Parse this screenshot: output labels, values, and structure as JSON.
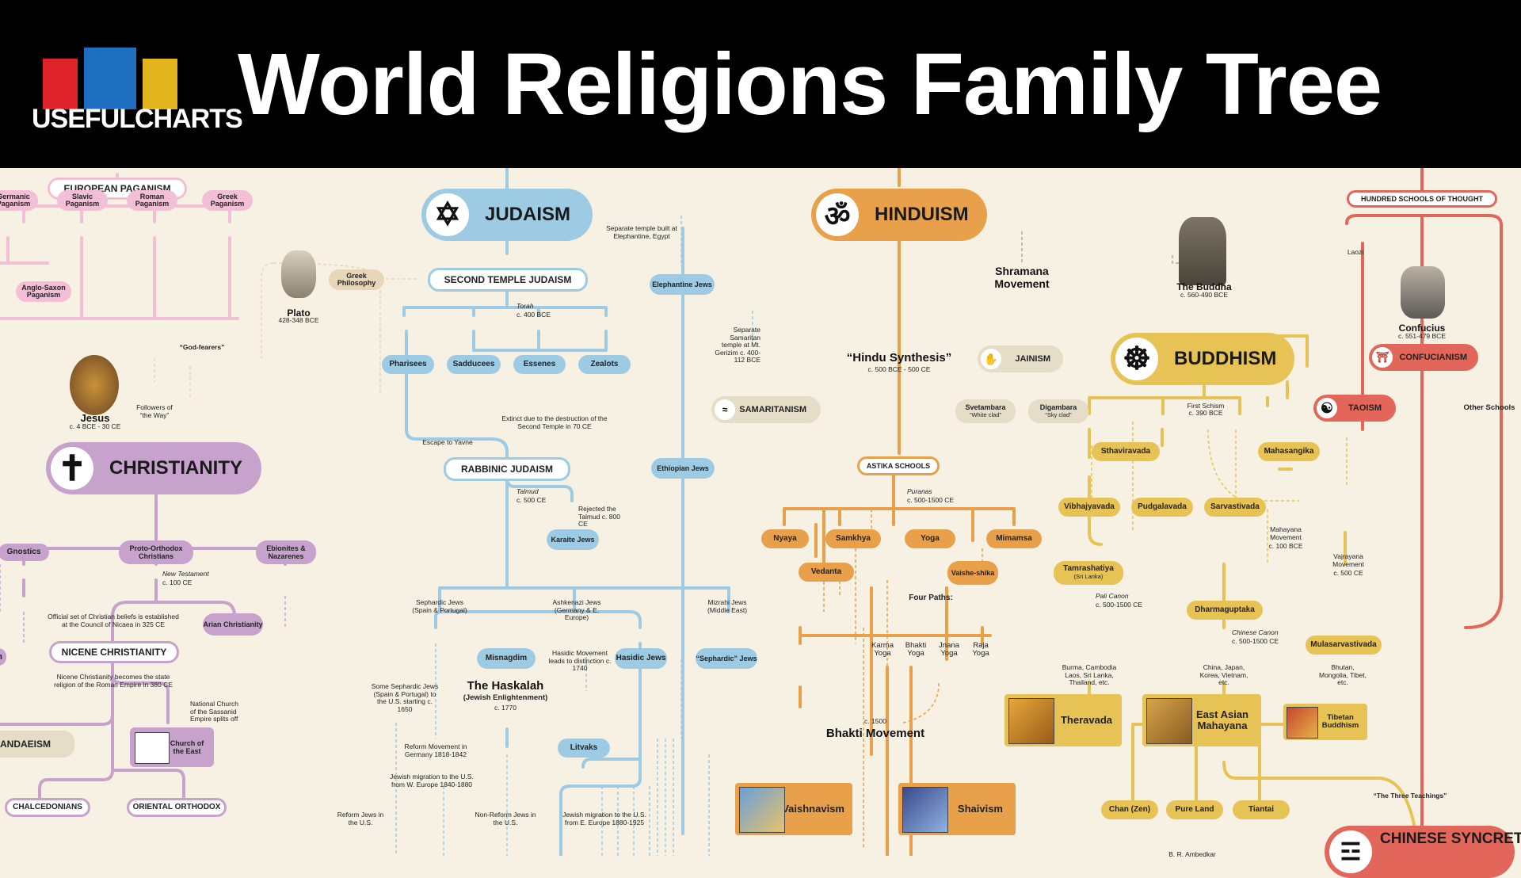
{
  "header": {
    "brand": "USEFULCHARTS",
    "title": "World Religions Family Tree"
  },
  "colors": {
    "pagan": "#f2bfd6",
    "christianity": "#c7a2cd",
    "judaism": "#9ecbe4",
    "hinduism": "#e9a04a",
    "buddhism": "#e7c356",
    "chinese": "#e2675a",
    "samaritan": "#e5ddc8"
  },
  "icons": {
    "judaism": "star-of-david-icon",
    "hinduism": "om-icon",
    "christianity": "cross-icon",
    "buddhism": "dharma-wheel-icon",
    "jainism": "jain-hand-icon",
    "samaritanism": "samaritan-icon",
    "taoism": "yin-yang-icon",
    "confucianism": "temple-icon"
  },
  "pagan": {
    "european": "EUROPEAN PAGANISM",
    "germanic": "Germanic Paganism",
    "slavic": "Slavic Paganism",
    "roman": "Roman Paganism",
    "greek": "Greek Paganism",
    "anglo": "Anglo-Saxon Paganism",
    "philosophy": "Greek Philosophy",
    "plato": "Plato",
    "plato_dates": "428-348 BCE"
  },
  "christianity": {
    "godfearers": "“God-fearers”",
    "followers": "Followers of “the Way”",
    "jesus": "Jesus",
    "jesus_dates": "c. 4 BCE - 30 CE",
    "main": "CHRISTIANITY",
    "gnostics": "Gnostics",
    "proto": "Proto-Orthodox Christians",
    "ebionites": "Ebionites & Nazarenes",
    "new_testament": "New Testament",
    "nt_date": "c. 100 CE",
    "official": "Official set of Christian beliefs is established at the Council of Nicaea in 325 CE",
    "arian": "Arian Christianity",
    "nicene": "NICENE CHRISTIANITY",
    "state": "Nicene Christianity becomes the state religion of the Roman Empire in 380 CE",
    "national": "National Church of the Sassanid Empire splits off",
    "church_east": "Church of the East",
    "mandaeism": "MANDAEISM",
    "chalcedonians": "CHALCEDONIANS",
    "oriental": "ORIENTAL ORTHODOX",
    "m_fragment": "m"
  },
  "judaism": {
    "main": "JUDAISM",
    "elephantine_note": "Separate temple built at Elephantine, Egypt",
    "elephantine": "Elephantine Jews",
    "second_temple": "SECOND TEMPLE JUDAISM",
    "torah": "Torah",
    "torah_date": "c. 400 BCE",
    "samaritan_note": "Separate Samaritan temple at Mt. Gerizim c. 400-112 BCE",
    "samaritanism": "SAMARITANISM",
    "sects": [
      "Pharisees",
      "Sadducees",
      "Essenes",
      "Zealots"
    ],
    "extinct": "Extinct due to the destruction of the Second Temple in 70 CE",
    "yavne": "Escape to Yavne",
    "rabbinic": "RABBINIC JUDAISM",
    "ethiopian": "Ethiopian Jews",
    "talmud": "Talmud",
    "talmud_date": "c. 500 CE",
    "rejected": "Rejected the Talmud c. 800 CE",
    "karaite": "Karaite Jews",
    "sephardic_label": "Sephardic Jews (Spain & Portugal)",
    "ashkenazi_label": "Ashkenazi Jews (Germany & E. Europe)",
    "mizrahi_label": "Mizrahi Jews (Middle East)",
    "misnagdim": "Misnagdim",
    "hasidic_note": "Hasidic Movement leads to distinction c. 1740",
    "hasidic": "Hasidic Jews",
    "sephardic": "“Sephardic” Jews",
    "sephardic_us": "Some Sephardic Jews (Spain & Portugal) to the U.S. starting c. 1650",
    "haskalah": "The Haskalah",
    "haskalah_sub": "(Jewish Enlightenment)",
    "haskalah_date": "c. 1770",
    "reform_movement": "Reform Movement in Germany 1818-1842",
    "litvaks": "Litvaks",
    "migration_w": "Jewish migration to the U.S. from W. Europe 1840-1880",
    "reform_us": "Reform Jews in the U.S.",
    "nonreform_us": "Non-Reform Jews in the U.S.",
    "migration_e": "Jewish migration to the U.S. from E. Europe 1880-1925"
  },
  "hinduism": {
    "main": "HINDUISM",
    "shramana": "Shramana Movement",
    "synthesis": "“Hindu Synthesis”",
    "synthesis_date": "c. 500 BCE - 500 CE",
    "jainism": "JAINISM",
    "svetambara": "Svetambara",
    "svetambara_sub": "“White clad”",
    "digambara": "Digambara",
    "digambara_sub": "“Sky clad”",
    "astika": "ASTIKA SCHOOLS",
    "puranas": "Puranas",
    "puranas_date": "c. 500-1500 CE",
    "schools": [
      "Nyaya",
      "Samkhya",
      "Yoga",
      "Mimamsa"
    ],
    "vedanta": "Vedanta",
    "vaisheshika": "Vaishe-shika",
    "four_paths": "Four Paths:",
    "paths": [
      "Karma Yoga",
      "Bhakti Yoga",
      "Jnana Yoga",
      "Raja Yoga"
    ],
    "bhakti_date": "c. 1500",
    "bhakti": "Bhakti Movement",
    "vaishnavism": "Vaishnavism",
    "shaivism": "Shaivism"
  },
  "buddhism": {
    "buddha": "The Buddha",
    "buddha_dates": "c. 560-490 BCE",
    "main": "BUDDHISM",
    "first_schism": "First Schism",
    "schism_date": "c. 390 BCE",
    "sthaviravada": "Sthaviravada",
    "mahasangika": "Mahasangika",
    "vibhajyavada": "Vibhajyavada",
    "pudgalavada": "Pudgalavada",
    "sarvastivada": "Sarvastivada",
    "mahayana_mov": "Mahayana Movement",
    "mahayana_date": "c. 100 BCE",
    "vajrayana_mov": "Vajrayana Movement",
    "vajrayana_date": "c. 500 CE",
    "tamrashatiya": "Tamrashatiya",
    "tamrashatiya_sub": "(Sri Lanka)",
    "pali": "Pali Canon",
    "pali_date": "c. 500-1500 CE",
    "dharmaguptaka": "Dharmaguptaka",
    "chinese_canon": "Chinese Canon",
    "chinese_date": "c. 500-1500 CE",
    "mulasarvastivada": "Mulasarvastivada",
    "theravada_regions": "Burma, Cambodia Laos, Sri Lanka, Thailand, etc.",
    "mahayana_regions": "China, Japan, Korea, Vietnam, etc.",
    "tibetan_regions": "Bhutan, Mongolia, Tibet, etc.",
    "theravada": "Theravada",
    "east_asian": "East Asian Mahayana",
    "tibetan": "Tibetan Buddhism",
    "schools": [
      "Chan (Zen)",
      "Pure Land",
      "Tiantai"
    ],
    "ambedkar": "B. R. Ambedkar"
  },
  "chinese": {
    "hundred": "HUNDRED SCHOOLS OF THOUGHT",
    "laozi": "Laozi",
    "confucius": "Confucius",
    "confucius_dates": "c. 551-479 BCE",
    "confucianism": "CONFUCIANISM",
    "taoism": "TAOISM",
    "other": "Other Schools",
    "three": "“The Three Teachings”",
    "syncretism": "CHINESE SYNCRETISM"
  }
}
